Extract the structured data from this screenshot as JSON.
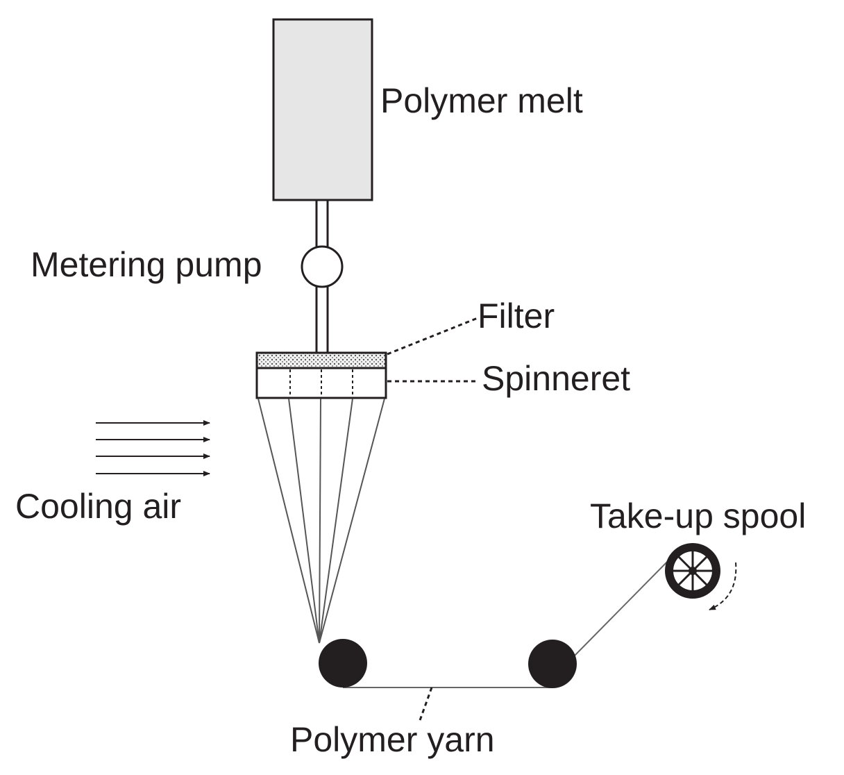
{
  "labels": {
    "polymer_melt": "Polymer melt",
    "metering_pump": "Metering pump",
    "filter": "Filter",
    "spinneret": "Spinneret",
    "cooling_air": "Cooling air",
    "take_up_spool": "Take-up spool",
    "polymer_yarn": "Polymer yarn"
  },
  "colors": {
    "ink": "#231f20",
    "tank_fill": "#e6e6e6",
    "filter_fill": "#d9d9d9"
  }
}
